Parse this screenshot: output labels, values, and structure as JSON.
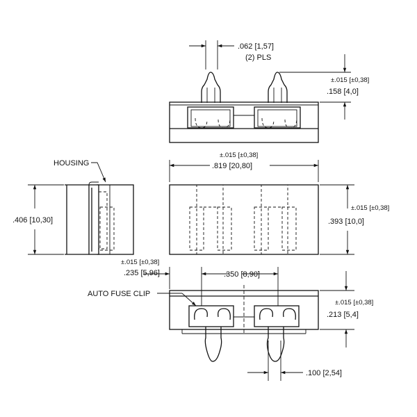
{
  "labels": {
    "housing": "HOUSING",
    "auto_fuse_clip": "AUTO FUSE CLIP"
  },
  "dimensions": {
    "terminal_width": {
      "value": ".062 [1,57]",
      "note": "(2) PLS"
    },
    "terminal_height": {
      "tolerance": "±.015 [±0,38]",
      "value": ".158 [4,0]"
    },
    "overall_length": {
      "tolerance": "±.015 [±0,38]",
      "value": ".819 [20,80]"
    },
    "side_height": {
      "value": ".406 [10,30]"
    },
    "front_height": {
      "tolerance": "±.015 [±0,38]",
      "value": ".393 [10,0]"
    },
    "edge_to_clip": {
      "tolerance": "±.015 [±0,38]",
      "value": ".235 [5,96]"
    },
    "clip_spacing": {
      "value": ".350 [8,90]"
    },
    "body_height": {
      "tolerance": "±.015 [±0,38]",
      "value": ".213 [5,4]"
    },
    "pin_offset": {
      "value": ".100 [2,54]"
    }
  }
}
